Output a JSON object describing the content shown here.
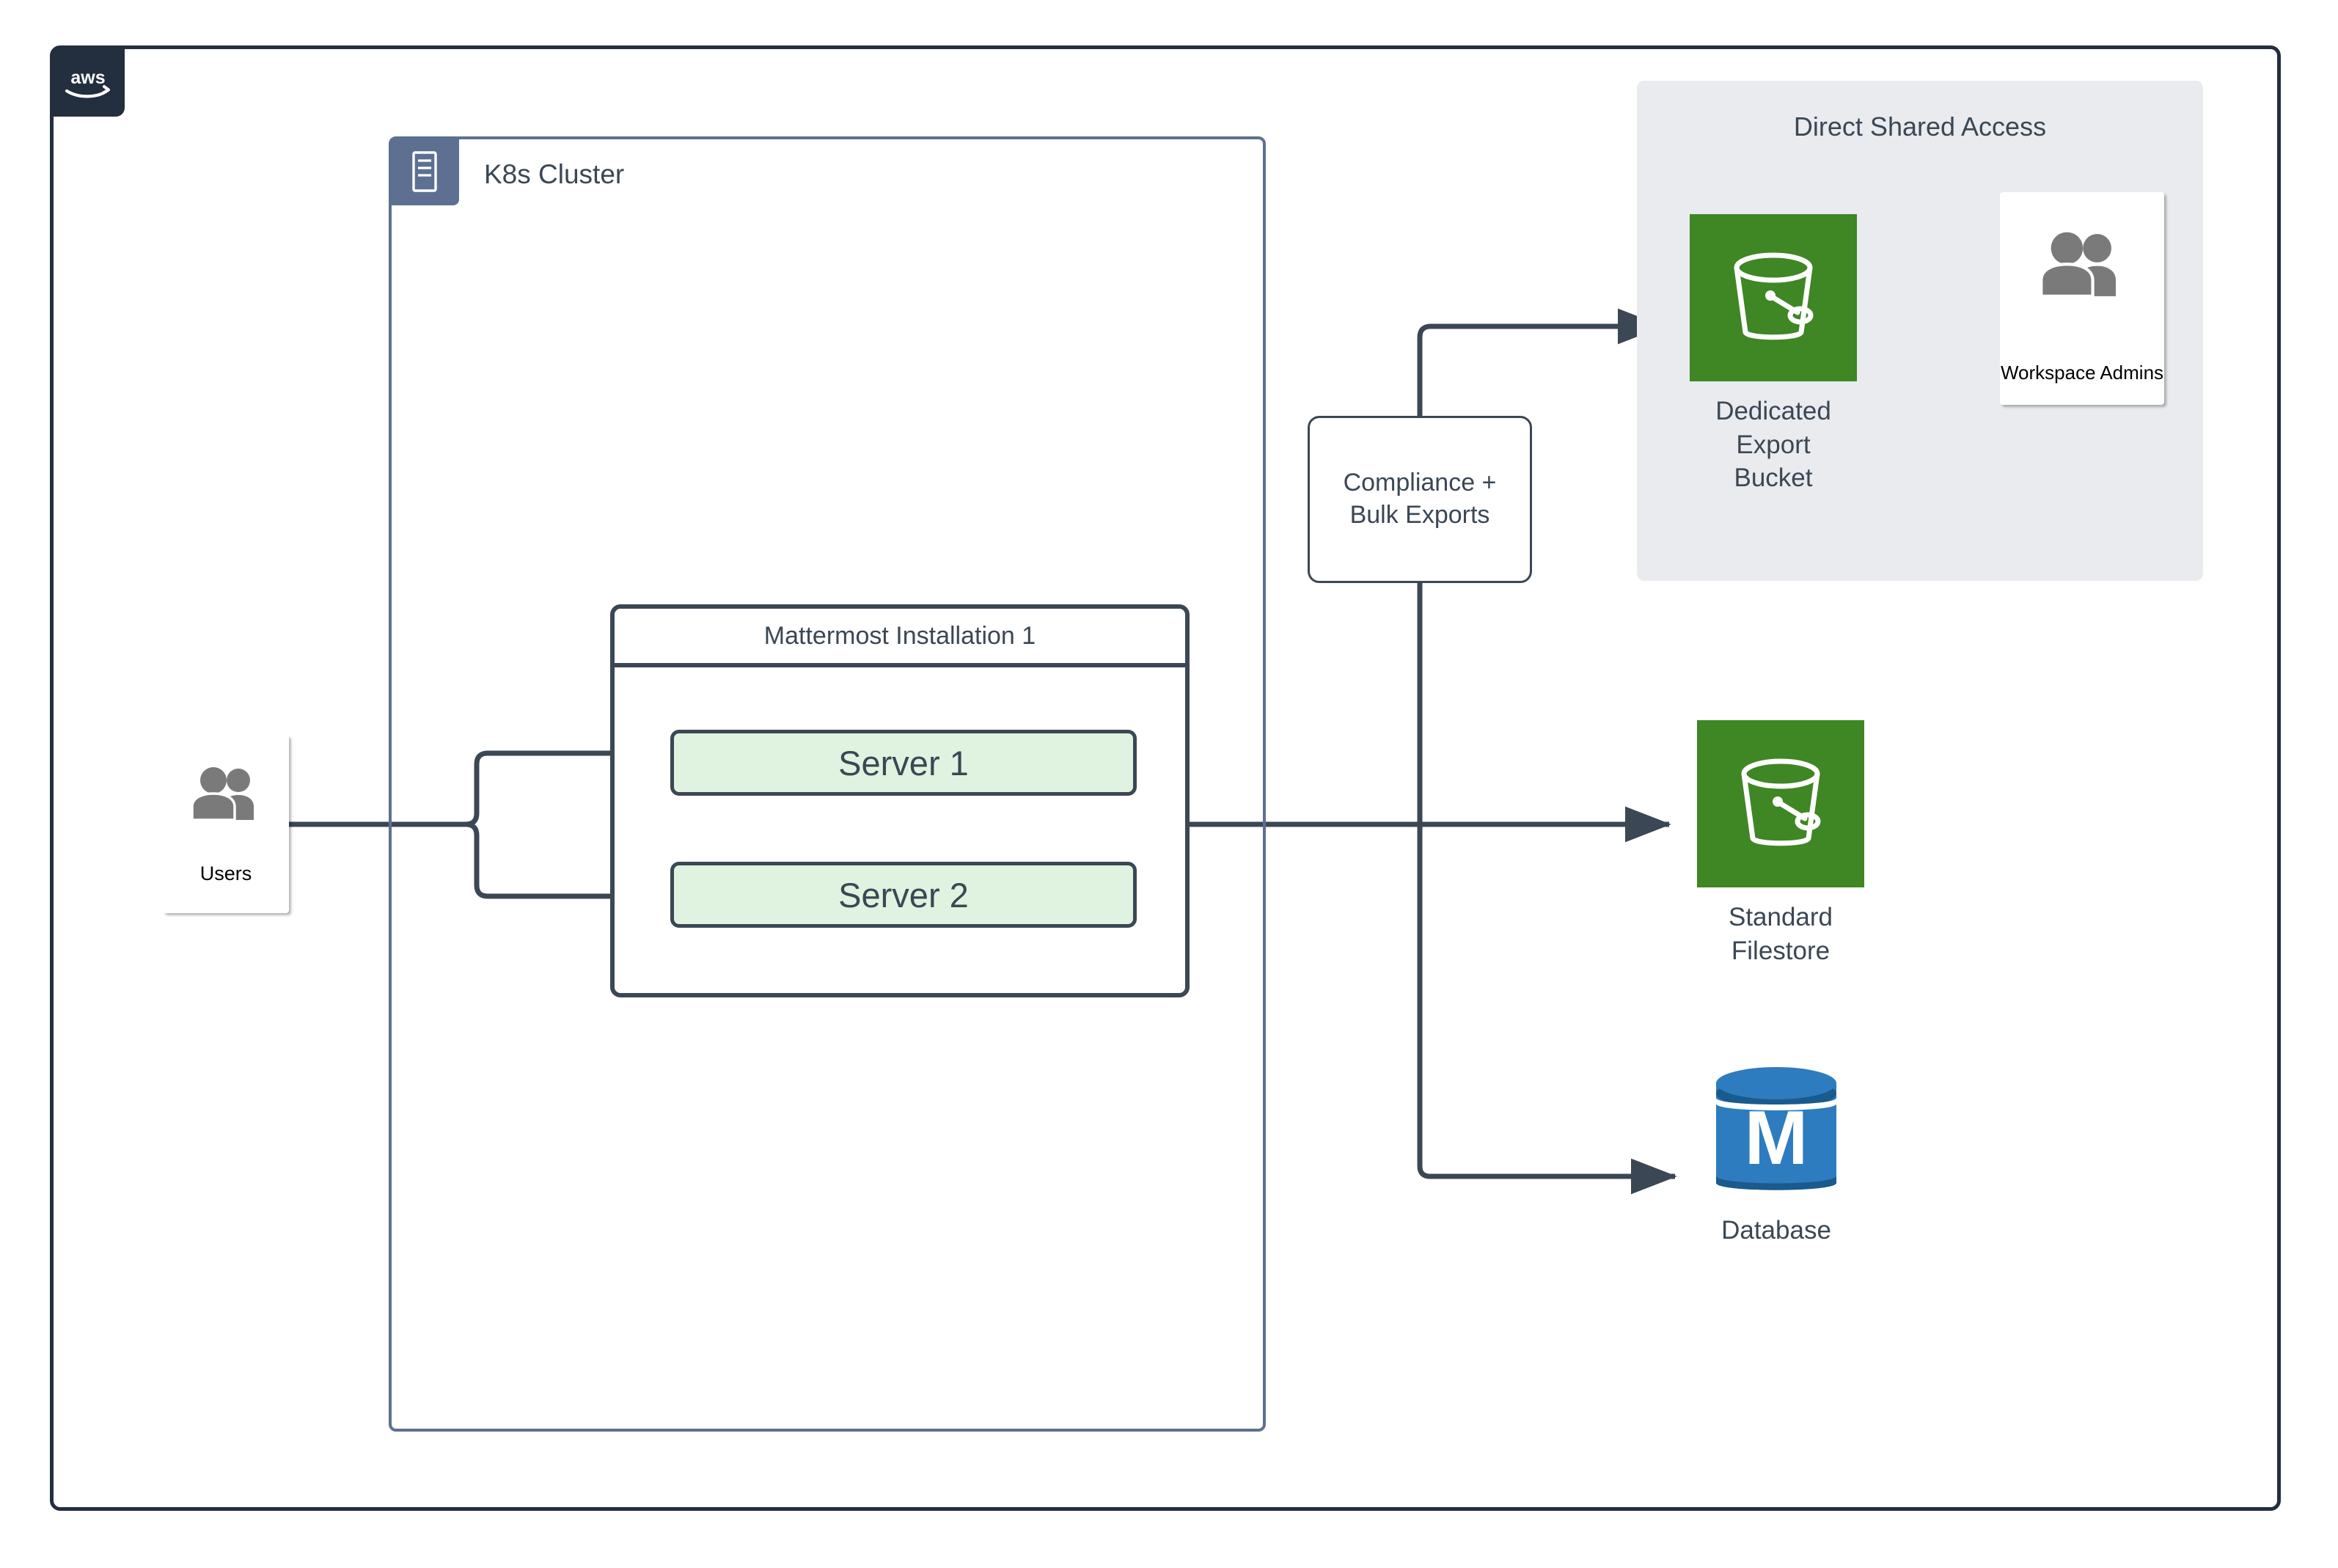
{
  "diagram": {
    "cloud": {
      "provider_logo": "aws-logo",
      "badge_color": "#232F3E"
    },
    "k8s_cluster": {
      "title": "K8s Cluster",
      "icon": "server-rack-icon",
      "badge_color": "#5D7092",
      "border_color": "#5D7092"
    },
    "mattermost_installation": {
      "title": "Mattermost Installation 1",
      "servers": [
        {
          "label": "Server 1"
        },
        {
          "label": "Server 2"
        }
      ],
      "server_fill": "#DFF3E0",
      "border_color": "#3B4754"
    },
    "users": {
      "label": "Users",
      "icon": "people-icon"
    },
    "compliance": {
      "line1": "Compliance +",
      "line2": "Bulk Exports"
    },
    "direct_shared_access": {
      "title": "Direct Shared Access",
      "background": "#E9EBEF",
      "admins": {
        "label": "Workspace Admins",
        "icon": "people-icon"
      },
      "export_bucket": {
        "line1": "Dedicated Export",
        "line2": "Bucket",
        "icon": "s3-bucket-icon",
        "tile_color": "#3F8624"
      }
    },
    "standard_filestore": {
      "line1": "Standard",
      "line2": "Filestore",
      "icon": "s3-bucket-icon",
      "tile_color": "#3F8624"
    },
    "database": {
      "label": "Database",
      "icon": "database-cylinder-icon",
      "glyph": "M",
      "color": "#2D7CBF"
    }
  }
}
